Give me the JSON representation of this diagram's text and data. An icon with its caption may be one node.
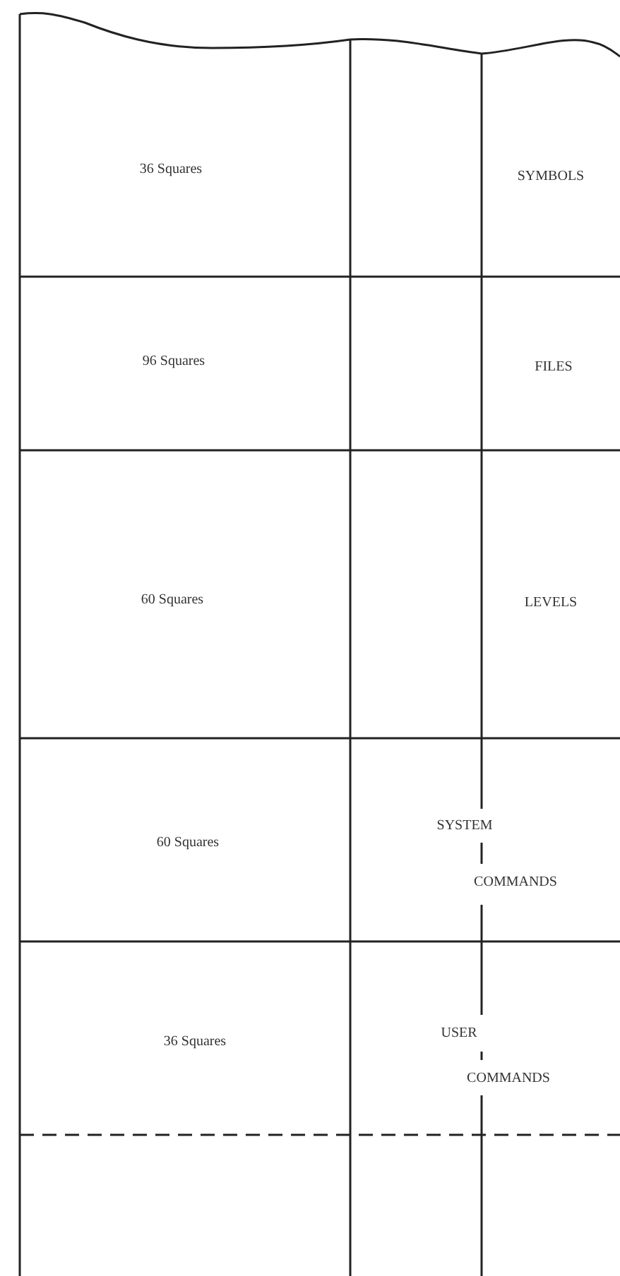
{
  "diagram": {
    "labels": [
      "36 Squares",
      "SYMBOLS",
      "96 Squares",
      "FILES",
      "60 Squares",
      "LEVELS",
      "60 Squares",
      "SYSTEM",
      "COMMANDS",
      "36 Squares",
      "USER",
      "COMMANDS"
    ]
  }
}
